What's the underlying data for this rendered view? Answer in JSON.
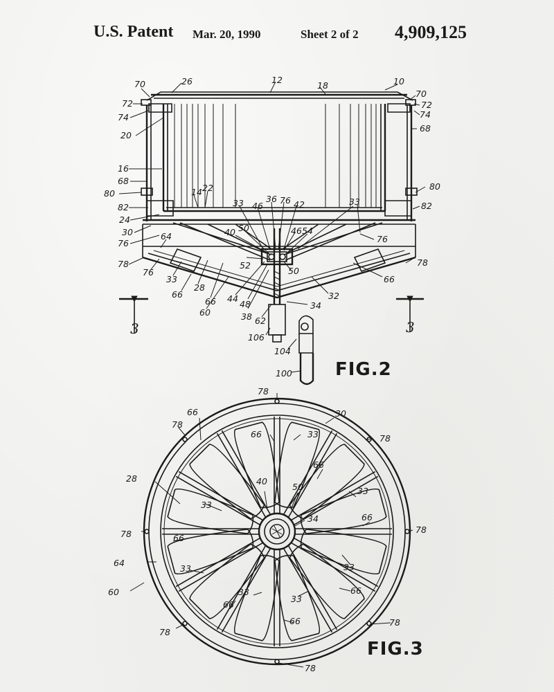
{
  "header": {
    "title": "U.S. Patent",
    "date": "Mar. 20, 1990",
    "sheet": "Sheet 2 of 2",
    "number": "4,909,125"
  },
  "fig2": {
    "title": "FIG.2",
    "section_marks": [
      "3",
      "3"
    ],
    "labels": [
      "70",
      "72",
      "74",
      "20",
      "26",
      "12",
      "18",
      "10",
      "70",
      "72",
      "74",
      "68",
      "16",
      "68",
      "80",
      "82",
      "24",
      "30",
      "76",
      "14",
      "22",
      "33",
      "46",
      "36",
      "76",
      "42",
      "33",
      "80",
      "82",
      "40",
      "50",
      "46",
      "54",
      "76",
      "64",
      "78",
      "76",
      "33",
      "28",
      "66",
      "66",
      "60",
      "44",
      "48",
      "38",
      "52",
      "50",
      "62",
      "34",
      "32",
      "66",
      "78",
      "106",
      "104",
      "100"
    ]
  },
  "fig3": {
    "title": "FIG.3",
    "labels": [
      "78",
      "30",
      "66",
      "78",
      "66",
      "33",
      "78",
      "66",
      "28",
      "40",
      "50",
      "33",
      "33",
      "34",
      "66",
      "78",
      "78",
      "66",
      "64",
      "60",
      "33",
      "33",
      "33",
      "66",
      "33",
      "66",
      "66",
      "78",
      "78",
      "78"
    ]
  }
}
